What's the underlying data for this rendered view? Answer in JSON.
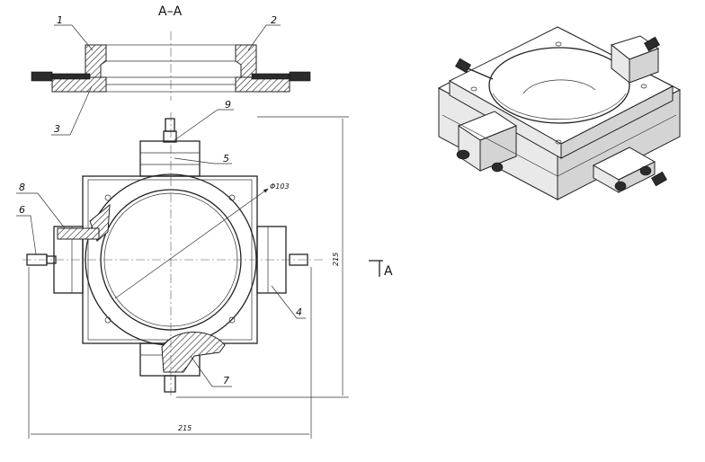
{
  "section_title": "A–A",
  "section_mark": "A",
  "parts": [
    "1",
    "2",
    "3",
    "4",
    "5",
    "6",
    "7",
    "8",
    "9"
  ],
  "dims": {
    "diameter": "Φ103",
    "height": "215",
    "width": "215"
  }
}
